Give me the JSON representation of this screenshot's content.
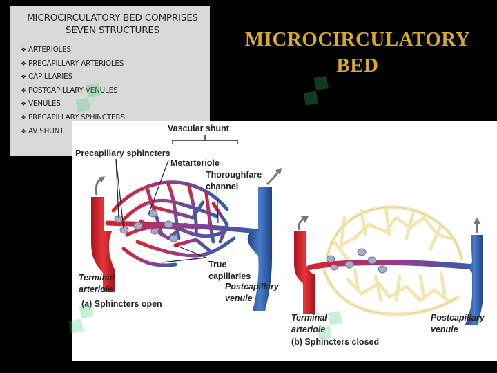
{
  "textbox": {
    "heading_line1": "MICROCIRCULATORY BED COMPRISES",
    "heading_line2": "SEVEN STRUCTURES",
    "bullet_glyph": "❖",
    "items": [
      "ARTERIOLES",
      "PRECAPILLARY ARTERIOLES",
      "CAPILLARIES",
      "POSTCAPILLARY VENULES",
      "VENULES",
      "PRECAPILLARY SPHINCTERS",
      "AV SHUNT"
    ]
  },
  "slide_title": {
    "line1": "MICROCIRCULATORY",
    "line2": "BED"
  },
  "figure": {
    "vascular_shunt": "Vascular shunt",
    "precapillary_sphincters": "Precapillary sphincters",
    "metarteriole": "Metarteriole",
    "thoroughfare_1": "Thoroughfare",
    "thoroughfare_2": "channel",
    "true_cap_1": "True",
    "true_cap_2": "capillaries",
    "terminal_a_1": "Terminal",
    "terminal_a_2": "arteriole",
    "postcap_a_1": "Postcapillary",
    "postcap_a_2": "venule",
    "caption_a": "(a) Sphincters open",
    "terminal_b_1": "Terminal",
    "terminal_b_2": "arteriole",
    "postcap_b_1": "Postcapillary",
    "postcap_b_2": "venule",
    "caption_b": "(b) Sphincters closed"
  },
  "colors": {
    "artery": "#d8232a",
    "vein": "#2f5fa8",
    "closed_bed": "#f3e6b5",
    "sphincter": "#a9a9c8",
    "title": "#d9a92a",
    "watermark": "#3ccf7a"
  }
}
